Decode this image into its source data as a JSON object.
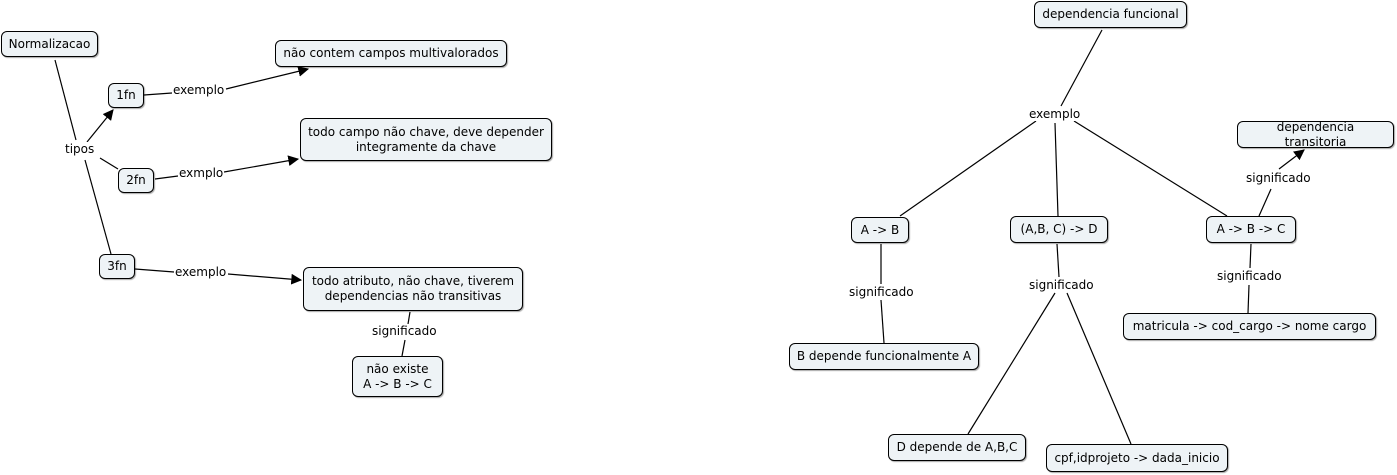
{
  "concepts": {
    "normalizacao": "Normalizacao",
    "fn1": "1fn",
    "fn2": "2fn",
    "fn3": "3fn",
    "fn1_desc": "não contem campos multivalorados",
    "fn2_desc": "todo campo não chave, deve depender\nintegramente da chave",
    "fn3_desc": "todo atributo, não chave, tiverem\ndependencias não transitivas",
    "nao_existe": "não existe\nA -> B -> C",
    "dependencia_funcional": "dependencia funcional",
    "a_b": "A -> B",
    "abc_d": "(A,B, C) -> D",
    "a_b_c": "A -> B -> C",
    "dependencia_transitoria": "dependencia transitoria",
    "b_depende": "B depende funcionalmente A",
    "d_depende": "D depende de A,B,C",
    "cpf": "cpf,idprojeto -> dada_inicio",
    "matricula": "matricula -> cod_cargo -> nome cargo"
  },
  "links": {
    "tipos": "tipos",
    "exemplo1": "exemplo",
    "exmplo2": "exmplo",
    "exemplo3": "exemplo",
    "significado_3fn": "significado",
    "exemplo_df": "exemplo",
    "significado_ab": "significado",
    "significado_abcd": "significado",
    "significado_trans": "significado",
    "significado_abc": "significado"
  }
}
